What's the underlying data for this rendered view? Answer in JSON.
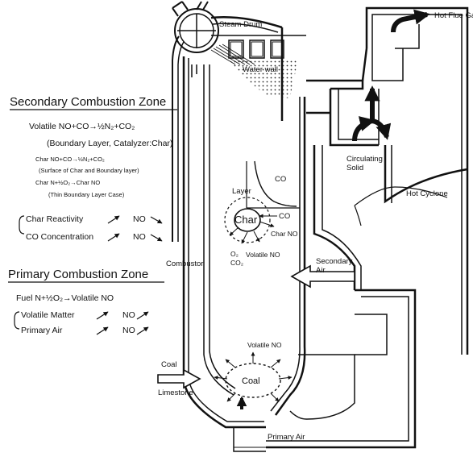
{
  "labels": {
    "steam_drum": "Steam Drum",
    "water_wall": "Water wall",
    "hot_flue_gas": "Hot Flue Gas",
    "circulating_solid": [
      "Circulating",
      "Solid"
    ],
    "hot_cyclone": "Hot Cyclone",
    "combustor": "Combustor",
    "secondary_air": [
      "Secondary",
      "Air"
    ],
    "coal_limestone": [
      "Coal",
      "Limestone"
    ],
    "primary_air": "Primary Air",
    "coal": "Coal",
    "volatile_no_bottom": "Volatile NO",
    "char": "Char",
    "layer": "Layer",
    "co_curve": "CO",
    "co_arrow": "CO",
    "char_no": "Char NO",
    "volatile_no_mid": "Volatile NO",
    "o2": "O₂",
    "co2": "CO₂"
  },
  "secondary_zone": {
    "title": "Secondary Combustion Zone",
    "eq1": "Volatile NO+CO→½N₂+CO₂",
    "eq1_note": "(Boundary Layer, Catalyzer:Char)",
    "eq2": "Char NO+CO→½N₂+CO₂",
    "eq2_note": "(Surface of Char and Boundary layer)",
    "eq3": "Char N+½O₂→Char NO",
    "eq3_note": "(Thin Boundary Layer Case)",
    "trend1_label": "Char Reactivity",
    "trend2_label": "CO Concentration",
    "trend1_result": "NO",
    "trend2_result": "NO"
  },
  "primary_zone": {
    "title": "Primary Combustion Zone",
    "eq1": "Fuel N+½O₂→Volatile NO",
    "trend1_label": "Volatile Matter",
    "trend2_label": "Primary Air",
    "trend1_result": "NO",
    "trend2_result": "NO"
  }
}
